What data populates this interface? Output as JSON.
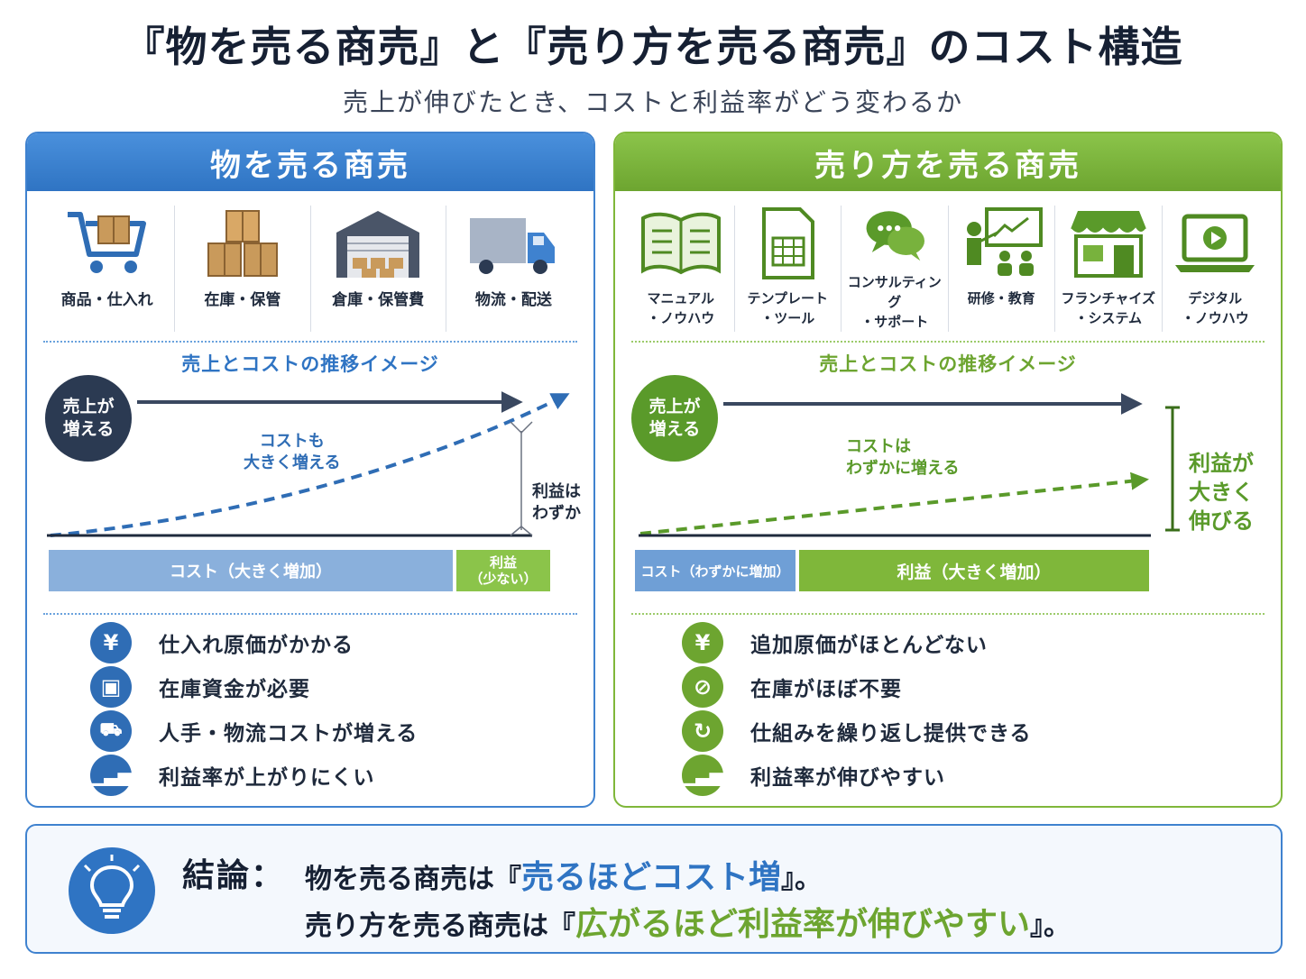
{
  "title": "『物を売る商売』と『売り方を売る商売』のコスト構造",
  "subtitle": "売上が伸びたとき、コストと利益率がどう変わるか",
  "colors": {
    "blue": "#2f74c3",
    "green": "#6da530",
    "navy": "#2b3a52"
  },
  "left": {
    "header": "物を売る商売",
    "icons": [
      {
        "icon": "shopping-cart-icon",
        "label": "商品・仕入れ"
      },
      {
        "icon": "boxes-icon",
        "label": "在庫・保管"
      },
      {
        "icon": "warehouse-icon",
        "label": "倉庫・保管費"
      },
      {
        "icon": "truck-icon",
        "label": "物流・配送"
      }
    ],
    "chart_title": "売上とコストの推移イメージ",
    "sales_badge": "売上が\n増える",
    "cost_note": "コストも\n大きく増える",
    "profit_note": "利益は\nわずか",
    "bar_cost": "コスト（大きく増加）",
    "bar_profit": "利益\n（少ない）",
    "features": [
      {
        "icon": "yen-icon",
        "text": "仕入れ原価がかかる"
      },
      {
        "icon": "box-icon",
        "text": "在庫資金が必要"
      },
      {
        "icon": "delivery-icon",
        "text": "人手・物流コストが増える"
      },
      {
        "icon": "bar-chart-icon",
        "text": "利益率が上がりにくい"
      }
    ]
  },
  "right": {
    "header": "売り方を売る商売",
    "icons": [
      {
        "icon": "book-icon",
        "label": "マニュアル\n・ノウハウ"
      },
      {
        "icon": "spreadsheet-icon",
        "label": "テンプレート\n・ツール"
      },
      {
        "icon": "chat-icon",
        "label": "コンサルティング\n・サポート"
      },
      {
        "icon": "training-icon",
        "label": "研修・教育"
      },
      {
        "icon": "store-icon",
        "label": "フランチャイズ\n・システム"
      },
      {
        "icon": "laptop-play-icon",
        "label": "デジタル\n・ノウハウ"
      }
    ],
    "chart_title": "売上とコストの推移イメージ",
    "sales_badge": "売上が\n増える",
    "cost_note": "コストは\nわずかに増える",
    "profit_note": "利益が\n大きく\n伸びる",
    "bar_cost": "コスト（わずかに増加）",
    "bar_profit": "利益（大きく増加）",
    "features": [
      {
        "icon": "yen-icon",
        "text": "追加原価がほとんどない"
      },
      {
        "icon": "no-box-icon",
        "text": "在庫がほぼ不要"
      },
      {
        "icon": "repeat-icon",
        "text": "仕組みを繰り返し提供できる"
      },
      {
        "icon": "growth-icon",
        "text": "利益率が伸びやすい"
      }
    ]
  },
  "conclusion": {
    "label": "結論：",
    "line1_prefix": "物を売る商売は『",
    "line1_highlight": "売るほどコスト増",
    "line1_suffix": "』。",
    "line2_prefix": "売り方を売る商売は『",
    "line2_highlight": "広がるほど利益率が伸びやすい",
    "line2_suffix": "』。"
  }
}
